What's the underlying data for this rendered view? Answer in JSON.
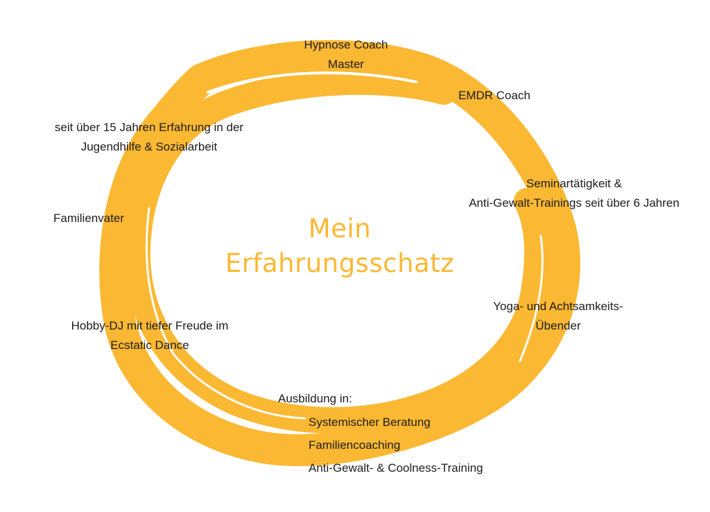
{
  "diagram": {
    "title_lines": [
      "Mein",
      "Erfahrungsschatz"
    ],
    "accent_color": "#FBB832",
    "ring_color": "#FBB832",
    "text_color": "#1C1C1C",
    "background_color": "#FFFFFF",
    "items": [
      {
        "id": "hypnose",
        "lines": [
          "Hypnose Coach",
          "Master"
        ]
      },
      {
        "id": "emdr",
        "lines": [
          "EMDR Coach"
        ]
      },
      {
        "id": "jugendhilfe",
        "lines": [
          "seit über 15 Jahren Erfahrung in der",
          "Jugendhilfe & Sozialarbeit"
        ]
      },
      {
        "id": "seminar",
        "lines": [
          "Seminartätigkeit &",
          "Anti-Gewalt-Trainings seit über 6 Jahren"
        ]
      },
      {
        "id": "familienvater",
        "lines": [
          "Familienvater"
        ]
      },
      {
        "id": "yoga",
        "lines": [
          "Yoga- und Achtsamkeits-",
          "Übender"
        ]
      },
      {
        "id": "dj",
        "lines": [
          "Hobby-DJ mit tiefer Freude im",
          "Ecstatic Dance"
        ]
      },
      {
        "id": "ausbildung",
        "heading": "Ausbildung in:",
        "lines": [
          "Systemischer Beratung",
          "Familiencoaching",
          "Anti-Gewalt- & Coolness-Training"
        ]
      }
    ]
  }
}
